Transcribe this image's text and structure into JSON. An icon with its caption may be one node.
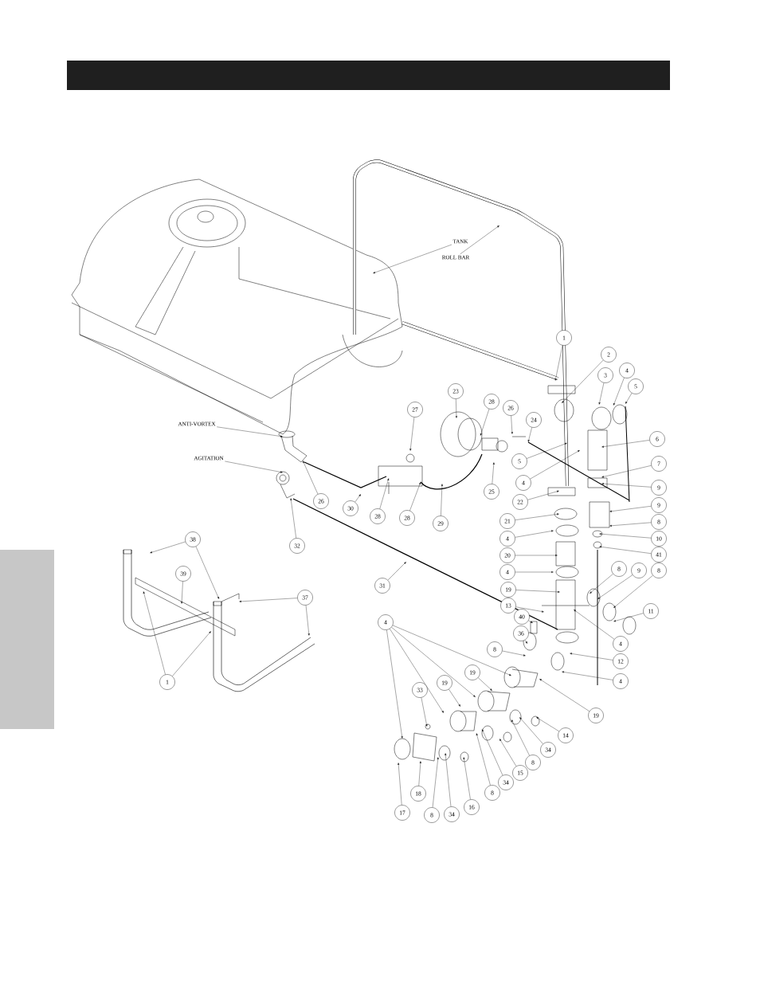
{
  "diagram": {
    "nodes": [
      {
        "text": [
          "TANK"
        ]
      },
      {
        "text": [
          "ROLL BAR"
        ]
      },
      {
        "text": [
          "1"
        ]
      },
      {
        "text": [
          "2"
        ]
      },
      {
        "text": [
          "3"
        ]
      },
      {
        "text": [
          "4"
        ]
      },
      {
        "text": [
          "5"
        ]
      },
      {
        "text": [
          "23"
        ]
      },
      {
        "text": [
          "27"
        ]
      },
      {
        "text": [
          "28"
        ]
      },
      {
        "text": [
          "26"
        ]
      },
      {
        "text": [
          "24"
        ]
      },
      {
        "text": [
          "ANTI-VORTEX"
        ]
      },
      {
        "text": [
          "6"
        ]
      },
      {
        "text": [
          "5"
        ]
      },
      {
        "text": [
          "AGITATION"
        ]
      },
      {
        "text": [
          "7"
        ]
      },
      {
        "text": [
          "4"
        ]
      },
      {
        "text": [
          "9"
        ]
      },
      {
        "text": [
          "25"
        ]
      },
      {
        "text": [
          "26"
        ]
      },
      {
        "text": [
          "22"
        ]
      },
      {
        "text": [
          "30"
        ]
      },
      {
        "text": [
          "9"
        ]
      },
      {
        "text": [
          "28"
        ]
      },
      {
        "text": [
          "28"
        ]
      },
      {
        "text": [
          "21"
        ]
      },
      {
        "text": [
          "8"
        ]
      },
      {
        "text": [
          "29"
        ]
      },
      {
        "text": [
          "4"
        ]
      },
      {
        "text": [
          "10"
        ]
      },
      {
        "text": [
          "38"
        ]
      },
      {
        "text": [
          "32"
        ]
      },
      {
        "text": [
          "41"
        ]
      },
      {
        "text": [
          "20"
        ]
      },
      {
        "text": [
          "8"
        ]
      },
      {
        "text": [
          "9"
        ]
      },
      {
        "text": [
          "8"
        ]
      },
      {
        "text": [
          "4"
        ]
      },
      {
        "text": [
          "39"
        ]
      },
      {
        "text": [
          "31"
        ]
      },
      {
        "text": [
          "19"
        ]
      },
      {
        "text": [
          "37"
        ]
      },
      {
        "text": [
          "13"
        ]
      },
      {
        "text": [
          "11"
        ]
      },
      {
        "text": [
          "40"
        ]
      },
      {
        "text": [
          "4"
        ]
      },
      {
        "text": [
          "36"
        ]
      },
      {
        "text": [
          "4"
        ]
      },
      {
        "text": [
          "8"
        ]
      },
      {
        "text": [
          "12"
        ]
      },
      {
        "text": [
          "19"
        ]
      },
      {
        "text": [
          "4"
        ]
      },
      {
        "text": [
          "1"
        ]
      },
      {
        "text": [
          "19"
        ]
      },
      {
        "text": [
          "33"
        ]
      },
      {
        "text": [
          "19"
        ]
      },
      {
        "text": [
          "14"
        ]
      },
      {
        "text": [
          "34"
        ]
      },
      {
        "text": [
          "8"
        ]
      },
      {
        "text": [
          "15"
        ]
      },
      {
        "text": [
          "34"
        ]
      },
      {
        "text": [
          "18"
        ]
      },
      {
        "text": [
          "8"
        ]
      },
      {
        "text": [
          "16"
        ]
      },
      {
        "text": [
          "17"
        ]
      },
      {
        "text": [
          "34"
        ]
      },
      {
        "text": [
          "8"
        ]
      },
      {
        "text": [],
        "shape": "box"
      }
    ],
    "edges": [
      {
        "from": 0,
        "to": null,
        "arrow": "to"
      },
      {
        "from": 1,
        "to": null,
        "arrow": "to"
      },
      {
        "from": 2,
        "to": null,
        "arrow": "to"
      },
      {
        "from": 3,
        "to": null,
        "arrow": "to"
      },
      {
        "from": 4,
        "to": null,
        "arrow": "to"
      },
      {
        "from": 5,
        "to": null,
        "arrow": "to"
      },
      {
        "from": 6,
        "to": null,
        "arrow": "to"
      },
      {
        "from": 7,
        "to": null,
        "arrow": "to"
      },
      {
        "from": 8,
        "to": null,
        "arrow": "to"
      },
      {
        "from": 9,
        "to": null,
        "arrow": "to"
      },
      {
        "from": 10,
        "to": null,
        "arrow": "to"
      },
      {
        "from": 11,
        "to": null,
        "arrow": "to"
      },
      {
        "from": 12,
        "to": null,
        "arrow": "to"
      },
      {
        "from": 13,
        "to": null,
        "arrow": "to"
      },
      {
        "from": 14,
        "to": null,
        "arrow": "to"
      },
      {
        "from": 15,
        "to": null,
        "arrow": "to"
      },
      {
        "from": 16,
        "to": null,
        "arrow": "to"
      },
      {
        "from": 17,
        "to": null,
        "arrow": "to"
      },
      {
        "from": 18,
        "to": null,
        "arrow": "to"
      },
      {
        "from": 19,
        "to": null,
        "arrow": "to"
      },
      {
        "from": 20,
        "to": null,
        "arrow": "to"
      },
      {
        "from": 21,
        "to": null,
        "arrow": "to"
      },
      {
        "from": 22,
        "to": null,
        "arrow": "to"
      },
      {
        "from": 23,
        "to": null,
        "arrow": "to"
      },
      {
        "from": 24,
        "to": null,
        "arrow": "to"
      },
      {
        "from": 25,
        "to": null,
        "arrow": "to"
      },
      {
        "from": 26,
        "to": null,
        "arrow": "to"
      },
      {
        "from": 27,
        "to": null,
        "arrow": "to"
      },
      {
        "from": 28,
        "to": null,
        "arrow": "to"
      },
      {
        "from": 29,
        "to": null,
        "arrow": "to"
      },
      {
        "from": 30,
        "to": null,
        "arrow": "to"
      },
      {
        "from": 31,
        "to": null,
        "arrow": "to"
      },
      {
        "from": 31,
        "to": null,
        "arrow": "to"
      },
      {
        "from": 32,
        "to": null,
        "arrow": "to"
      },
      {
        "from": 33,
        "to": null,
        "arrow": "to"
      },
      {
        "from": 34,
        "to": null,
        "arrow": "to"
      },
      {
        "from": 35,
        "to": null,
        "arrow": "to"
      },
      {
        "from": 36,
        "to": null,
        "arrow": "to"
      },
      {
        "from": 37,
        "to": null,
        "arrow": "to"
      },
      {
        "from": 38,
        "to": null,
        "arrow": "to"
      },
      {
        "from": 39,
        "to": null,
        "arrow": "to"
      },
      {
        "from": 40,
        "to": null,
        "arrow": "to"
      },
      {
        "from": 41,
        "to": null,
        "arrow": "to"
      },
      {
        "from": 42,
        "to": null,
        "arrow": "to"
      },
      {
        "from": 42,
        "to": null,
        "arrow": "to"
      },
      {
        "from": 43,
        "to": null,
        "arrow": "to"
      },
      {
        "from": 44,
        "to": null,
        "arrow": "to"
      },
      {
        "from": 45,
        "to": null,
        "arrow": "to"
      },
      {
        "from": 46,
        "to": null,
        "arrow": "to"
      },
      {
        "from": 46,
        "to": null,
        "arrow": "to"
      },
      {
        "from": 46,
        "to": null,
        "arrow": "to"
      },
      {
        "from": 46,
        "to": null,
        "arrow": "to"
      },
      {
        "from": 47,
        "to": null,
        "arrow": "to"
      },
      {
        "from": 48,
        "to": null,
        "arrow": "to"
      },
      {
        "from": 49,
        "to": null,
        "arrow": "to"
      },
      {
        "from": 50,
        "to": null,
        "arrow": "to"
      },
      {
        "from": 51,
        "to": null,
        "arrow": "to"
      },
      {
        "from": 52,
        "to": null,
        "arrow": "to"
      },
      {
        "from": 53,
        "to": null,
        "arrow": "to"
      },
      {
        "from": 53,
        "to": null,
        "arrow": "to"
      },
      {
        "from": 54,
        "to": null,
        "arrow": "to"
      },
      {
        "from": 55,
        "to": null,
        "arrow": "to"
      },
      {
        "from": 56,
        "to": null,
        "arrow": "to"
      },
      {
        "from": 57,
        "to": null,
        "arrow": "to"
      },
      {
        "from": 58,
        "to": null,
        "arrow": "to"
      },
      {
        "from": 59,
        "to": null,
        "arrow": "to"
      },
      {
        "from": 60,
        "to": null,
        "arrow": "to"
      },
      {
        "from": 61,
        "to": null,
        "arrow": "to"
      },
      {
        "from": 62,
        "to": null,
        "arrow": "to"
      },
      {
        "from": 63,
        "to": null,
        "arrow": "to"
      },
      {
        "from": 64,
        "to": null,
        "arrow": "to"
      },
      {
        "from": 65,
        "to": null,
        "arrow": "to"
      },
      {
        "from": 66,
        "to": null,
        "arrow": "to"
      },
      {
        "from": 67,
        "to": null,
        "arrow": "to"
      }
    ]
  }
}
